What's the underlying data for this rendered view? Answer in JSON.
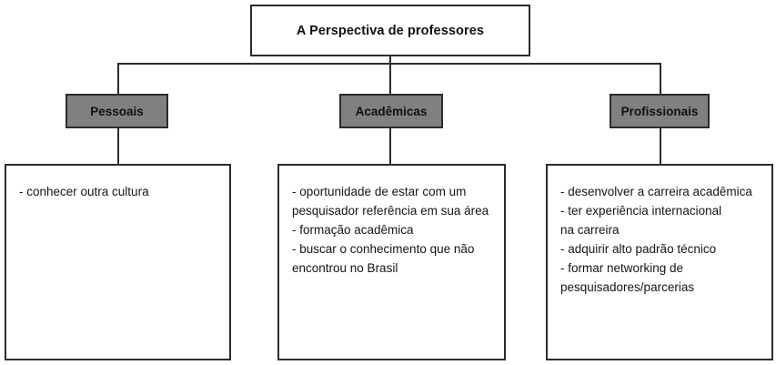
{
  "diagram": {
    "title": "A Perspectiva de professores",
    "branches": [
      {
        "label": "Pessoais",
        "items": [
          "- conhecer outra cultura"
        ]
      },
      {
        "label": "Acadêmicas",
        "items": [
          "- oportunidade de estar com um",
          "pesquisador referência em sua área",
          "- formação acadêmica",
          "- buscar o conhecimento que não",
          "encontrou no Brasil"
        ]
      },
      {
        "label": "Profissionais",
        "items": [
          "- desenvolver a carreira acadêmica",
          "- ter experiência internacional",
          "na carreira",
          "- adquirir alto padrão técnico",
          "- formar networking de",
          "pesquisadores/parcerias"
        ]
      }
    ],
    "colors": {
      "category_fill": "#808080",
      "border": "#2b2b2b",
      "text": "#151515",
      "background": "#ffffff"
    }
  }
}
